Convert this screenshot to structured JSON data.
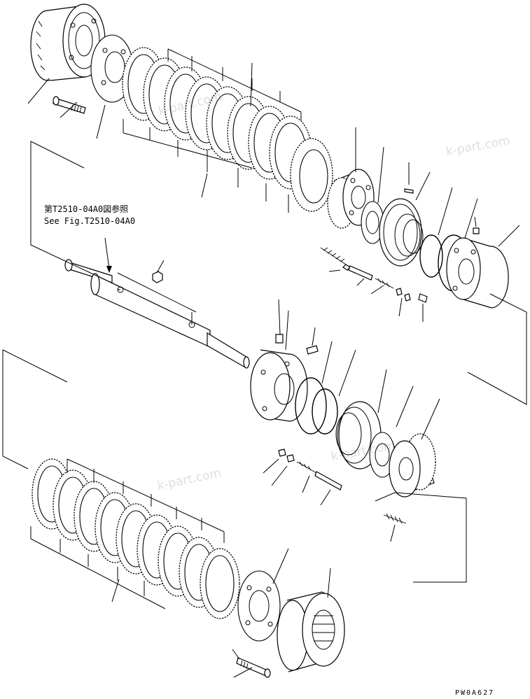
{
  "reference": {
    "line1": "第T2510-04A0図参照",
    "line2": "See Fig.T2510-04A0"
  },
  "watermarks": [
    "k-part.com",
    "k-part.com",
    "k-part.com",
    "k-part.com"
  ],
  "drawing_code": "PW0A627"
}
